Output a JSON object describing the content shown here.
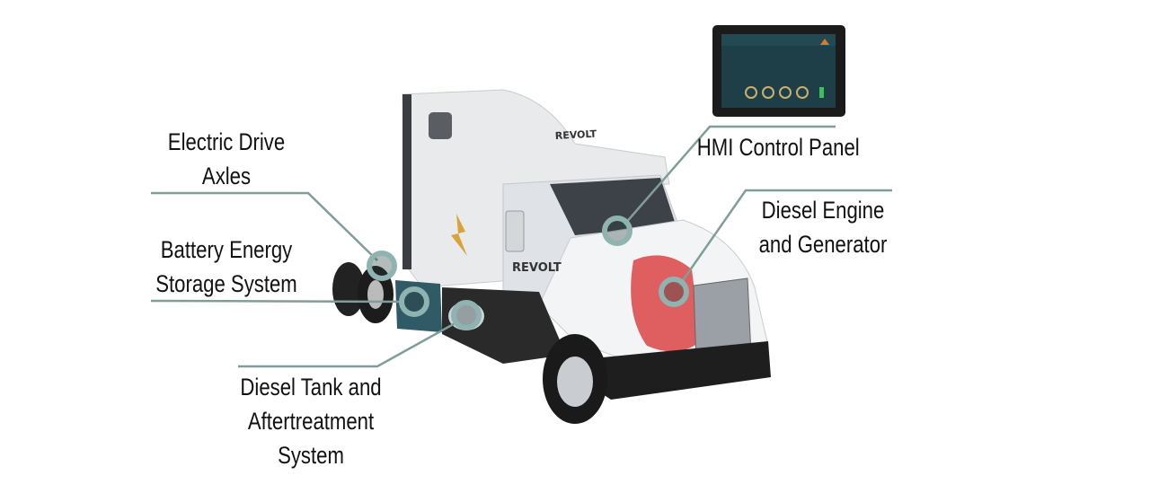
{
  "labels": {
    "drive_axles": [
      "Electric Drive",
      "Axles"
    ],
    "battery": [
      "Battery Energy",
      "Storage System"
    ],
    "diesel_tank": [
      "Diesel Tank and",
      "Aftertreatment",
      "System"
    ],
    "hmi": [
      "HMI Control Panel"
    ],
    "engine": [
      "Diesel Engine",
      "and Generator"
    ]
  },
  "truck_branding": "REVOLT",
  "colors": {
    "callout_line": "#7f9d9b",
    "marker_ring": "#8fb3b0",
    "truck_body": "#e9ebee",
    "battery_box": "#2f5a66",
    "engine_overlay": "#d9383a",
    "lightning_accent": "#d9a23a",
    "hmi_screen": "#1f3f48"
  }
}
